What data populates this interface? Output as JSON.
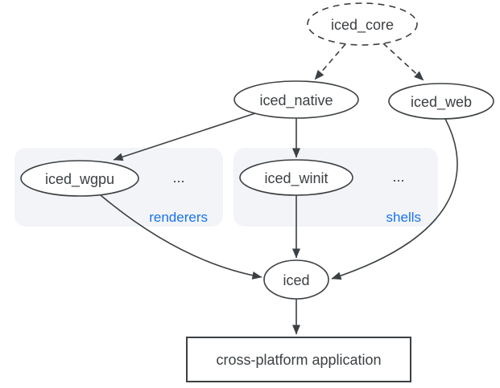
{
  "colors": {
    "canvas_bg": "#ffffff",
    "edge_stroke": "#3c4043",
    "node_text": "#3c4043",
    "group_fill": "#f2f4f8",
    "group_label": "#1a73e8"
  },
  "diagram": {
    "nodes": {
      "iced_core": {
        "label": "iced_core"
      },
      "iced_native": {
        "label": "iced_native"
      },
      "iced_web": {
        "label": "iced_web"
      },
      "iced_wgpu": {
        "label": "iced_wgpu"
      },
      "iced_winit": {
        "label": "iced_winit"
      },
      "iced": {
        "label": "iced"
      },
      "application": {
        "label": "cross-platform application"
      }
    },
    "groups": {
      "renderers": {
        "label": "renderers",
        "ellipsis": "..."
      },
      "shells": {
        "label": "shells",
        "ellipsis": "..."
      }
    },
    "edges": [
      {
        "from": "iced_core",
        "to": "iced_native",
        "style": "dashed"
      },
      {
        "from": "iced_core",
        "to": "iced_web",
        "style": "dashed"
      },
      {
        "from": "iced_native",
        "to": "iced_wgpu",
        "style": "solid"
      },
      {
        "from": "iced_native",
        "to": "iced_winit",
        "style": "solid"
      },
      {
        "from": "iced_wgpu",
        "to": "iced",
        "style": "solid"
      },
      {
        "from": "iced_winit",
        "to": "iced",
        "style": "solid"
      },
      {
        "from": "iced_web",
        "to": "iced",
        "style": "solid"
      },
      {
        "from": "iced",
        "to": "application",
        "style": "solid"
      }
    ]
  }
}
